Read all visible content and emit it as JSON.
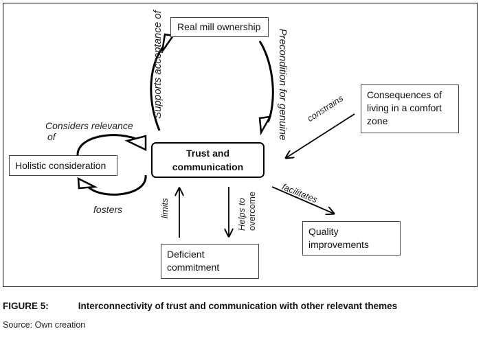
{
  "figure": {
    "nodes": {
      "center": {
        "line1": "Trust and",
        "line2": "communication"
      },
      "top": "Real mill ownership",
      "left": "Holistic consideration",
      "right": {
        "line1": "Consequences of",
        "line2": "living in a comfort",
        "line3": "zone"
      },
      "bottom_left": {
        "line1": "Deficient",
        "line2": "commitment"
      },
      "bottom_right": {
        "line1": "Quality",
        "line2": "improvements"
      }
    },
    "edges": {
      "supports": "Supports acceptance of",
      "precondition": "Precondition for genuine",
      "considers_line1": "Considers relevance",
      "considers_line2": "of",
      "fosters": "fosters",
      "constrains": "constrains",
      "limits": "limits",
      "helps_line1": "Helps to",
      "helps_line2": "overcome",
      "facilitates": "facilitates"
    }
  },
  "caption": {
    "figure_label": "FIGURE 5:",
    "title": "Interconnectivity of trust and communication with other relevant themes",
    "source_label": "Source:",
    "source_value": "Own creation"
  }
}
